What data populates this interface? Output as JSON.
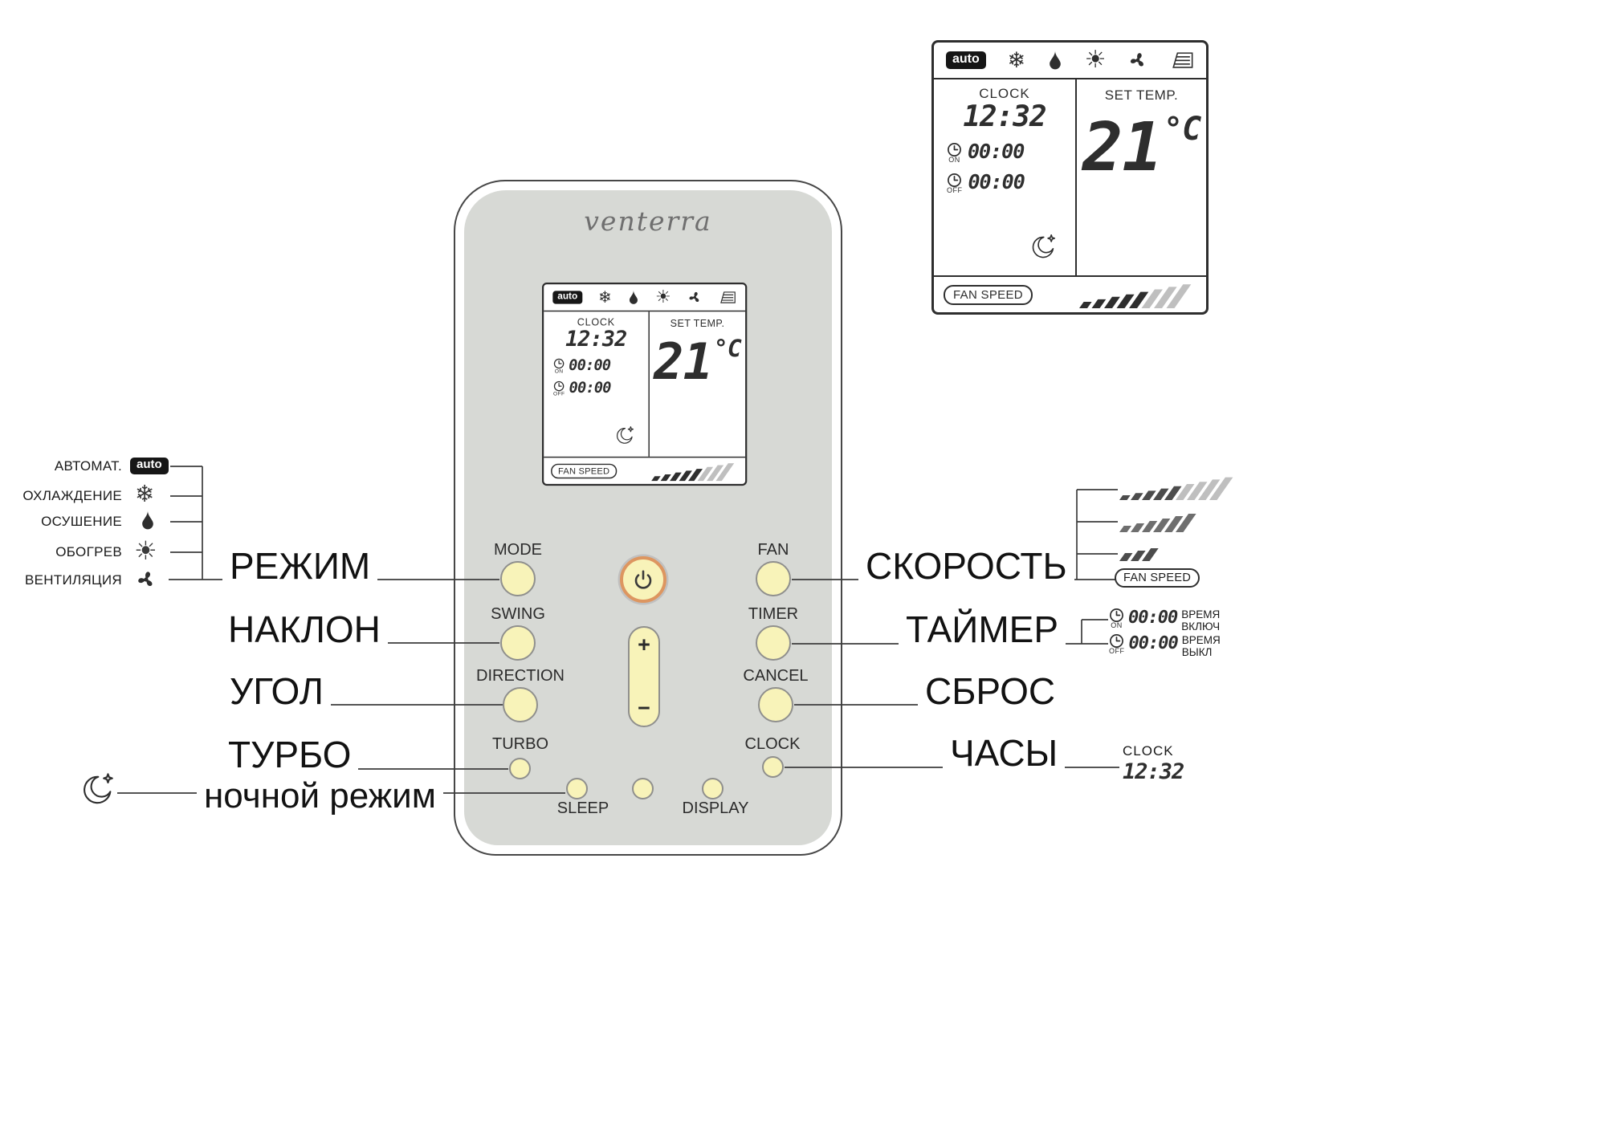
{
  "colors": {
    "accent-yellow": "#f8f3b9",
    "body-gray": "#d7d9d5",
    "ink": "#2e2e2e",
    "line": "#3c3c3c",
    "power-orange": "#dd9660",
    "bar-dark": "#4c4c4c",
    "bar-mid": "#6e6e6e",
    "bar-light": "#bfbfbf"
  },
  "brand": "venterra",
  "lcd": {
    "auto_badge": "auto",
    "clock_label": "CLOCK",
    "clock_value": "12:32",
    "on_label": "ON",
    "on_value": "00:00",
    "off_label": "OFF",
    "off_value": "00:00",
    "set_temp_label": "SET TEMP.",
    "temp_value": "21",
    "temp_unit": "°C",
    "fan_speed_label": "FAN SPEED"
  },
  "buttons": {
    "mode": "MODE",
    "swing": "SWING",
    "direction": "DIRECTION",
    "turbo": "TURBO",
    "sleep": "SLEEP",
    "display": "DISPLAY",
    "fan": "FAN",
    "timer": "TIMER",
    "cancel": "CANCEL",
    "clock": "CLOCK",
    "plus": "+",
    "minus": "−"
  },
  "left_legend": {
    "auto": "АВТОМАТ.",
    "auto_badge": "auto",
    "cooling": "ОХЛАЖДЕНИЕ",
    "drying": "ОСУШЕНИЕ",
    "heating": "ОБОГРЕВ",
    "ventilation": "ВЕНТИЛЯЦИЯ"
  },
  "callouts": {
    "mode": "РЕЖИМ",
    "swing": "НАКЛОН",
    "direction": "УГОЛ",
    "turbo": "ТУРБО",
    "sleep": "ночной режим",
    "fan": "СКОРОСТЬ",
    "timer": "ТАЙМЕР",
    "cancel": "СБРОС",
    "clock": "ЧАСЫ"
  },
  "right_legend": {
    "fan_speed": "FAN SPEED",
    "on": "ON",
    "off": "OFF",
    "timer_on_value": "00:00",
    "timer_on_line1": "ВРЕМЯ",
    "timer_on_line2": "ВКЛЮЧ",
    "timer_off_value": "00:00",
    "timer_off_line1": "ВРЕМЯ",
    "timer_off_line2": "ВЫКЛ",
    "clock_label": "CLOCK",
    "clock_value": "12:32"
  }
}
